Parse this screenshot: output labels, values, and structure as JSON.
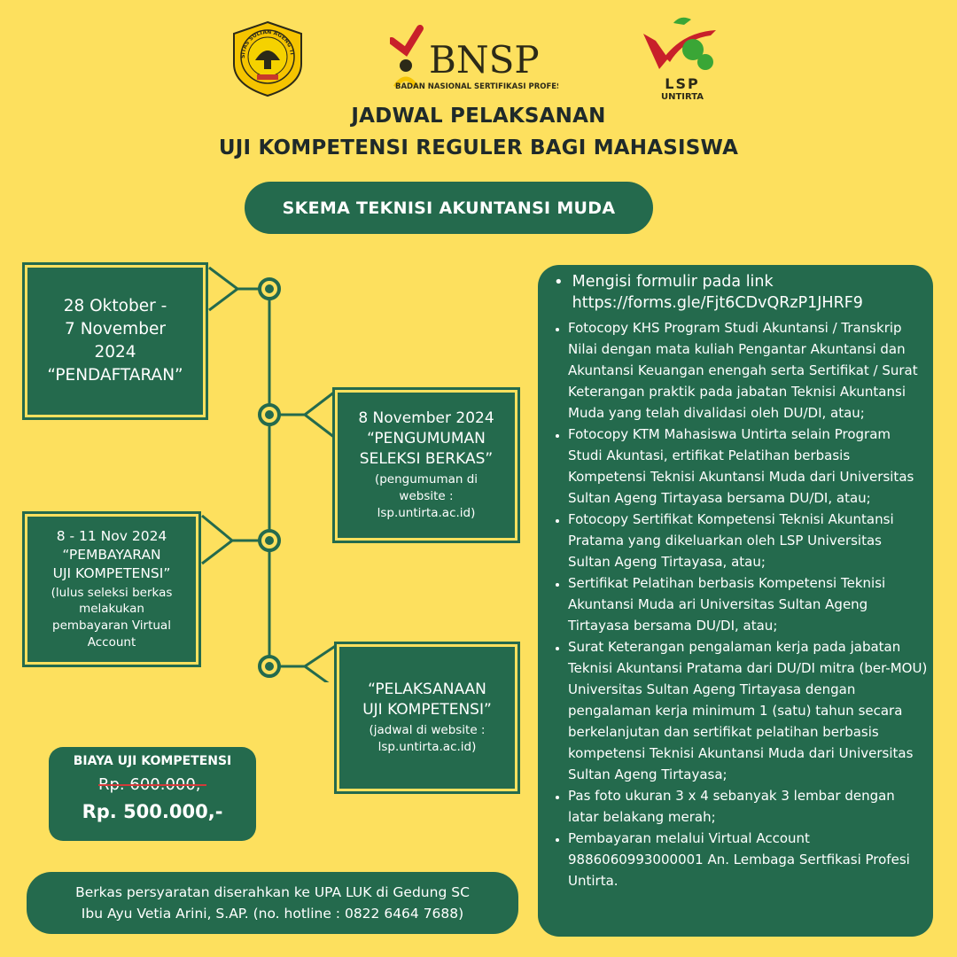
{
  "logos": {
    "untirta": "UNIVERSITAS SULTAN AGENG TIRTAYASA",
    "bnsp_name": "BNSP",
    "bnsp_sub": "BADAN NASIONAL SERTIFIKASI PROFESI",
    "lsp_name": "LSP",
    "lsp_sub": "UNTIRTA"
  },
  "title": {
    "line1": "JADWAL PELAKSANAN",
    "line2": "UJI KOMPETENSI REGULER BAGI MAHASISWA"
  },
  "scheme": "SKEMA TEKNISI AKUNTANSI MUDA",
  "timeline": [
    {
      "main": "28 Oktober -\n7 November\n2024\n“PENDAFTARAN”",
      "sub": ""
    },
    {
      "main": "8 November 2024\n“PENGUMUMAN\nSELEKSI BERKAS”",
      "sub": "(pengumuman di\nwebsite :\nlsp.untirta.ac.id)"
    },
    {
      "main": "8 - 11 Nov 2024\n“PEMBAYARAN\nUJI KOMPETENSI”",
      "sub": "(lulus seleksi berkas\nmelakukan\npembayaran Virtual\nAccount"
    },
    {
      "main": "“PELAKSANAAN\nUJI KOMPETENSI”",
      "sub": "(jadwal di website :\nlsp.untirta.ac.id)"
    }
  ],
  "fee": {
    "title": "BIAYA UJI KOMPETENSI",
    "old_price": "Rp. 600.000,-",
    "new_price": "Rp. 500.000,-"
  },
  "footer": {
    "line1": "Berkas  persyaratan diserahkan ke UPA LUK di Gedung SC",
    "line2": "Ibu Ayu Vetia Arini, S.AP. (no. hotline : 0822 6464 7688)"
  },
  "requirements": {
    "first_line1": "Mengisi formulir pada link",
    "first_line2": "https://forms.gle/Fjt6CDvQRzP1JHRF9",
    "items": [
      "Fotocopy KHS Program Studi Akuntansi / Transkrip Nilai dengan mata kuliah Pengantar Akuntansi dan Akuntansi Keuangan enengah serta Sertifikat / Surat Keterangan praktik pada jabatan Teknisi Akuntansi Muda yang telah divalidasi oleh DU/DI, atau;",
      "Fotocopy KTM Mahasiswa Untirta selain Program Studi Akuntasi, ertifikat Pelatihan berbasis Kompetensi Teknisi Akuntansi Muda dari Universitas Sultan Ageng Tirtayasa bersama DU/DI, atau;",
      "Fotocopy Sertifikat Kompetensi Teknisi Akuntansi Pratama yang dikeluarkan oleh LSP Universitas Sultan Ageng Tirtayasa, atau;",
      "Sertifikat Pelatihan berbasis Kompetensi Teknisi Akuntansi Muda ari Universitas Sultan Ageng Tirtayasa bersama DU/DI, atau;",
      "Surat Keterangan pengalaman kerja pada jabatan Teknisi Akuntansi Pratama dari DU/DI mitra (ber-MOU) Universitas Sultan Ageng Tirtayasa dengan pengalaman kerja minimum 1 (satu) tahun secara berkelanjutan dan sertifikat pelatihan berbasis kompetensi Teknisi Akuntansi Muda dari Universitas Sultan Ageng Tirtayasa;",
      "Pas foto ukuran 3 x 4 sebanyak 3 lembar dengan latar belakang merah;",
      "Pembayaran melalui Virtual Account 9886060993000001 An. Lembaga Sertfikasi Profesi Untirta."
    ]
  },
  "colors": {
    "background": "#fde05e",
    "panel": "#246a4d",
    "strike": "#d43a3a"
  }
}
